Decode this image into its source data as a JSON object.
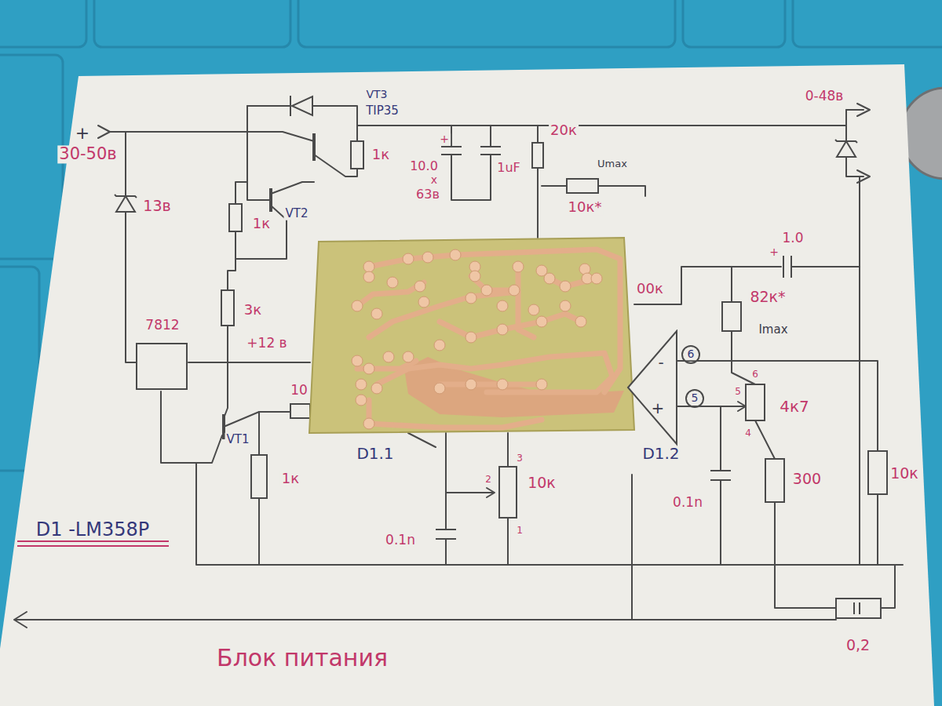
{
  "diagram": {
    "title": "Блок питания",
    "nodes": [
      {
        "text": [
          "7812"
        ]
      },
      {
        "text": [
          "-",
          "+",
          "D1.2"
        ]
      }
    ],
    "labels": [
      "+",
      "30-50в",
      "13в",
      "VT3",
      "TIP35",
      "1к",
      "VT2",
      "1к",
      "3к",
      "+12 в",
      "10",
      "VT1",
      "1к",
      "D1.1",
      "D1 -LM358P",
      "+",
      "10.0",
      "x",
      "63в",
      "1uF",
      "20к",
      "Umax",
      "10к*",
      "0-48в",
      "+",
      "1.0",
      "00к",
      "82к*",
      "Imax",
      "6",
      "5",
      "6",
      "5",
      "4",
      "4к7",
      "300",
      "10к",
      "0.1n",
      "2",
      "3",
      "1",
      "10к",
      "0.1n",
      "0,2"
    ]
  }
}
